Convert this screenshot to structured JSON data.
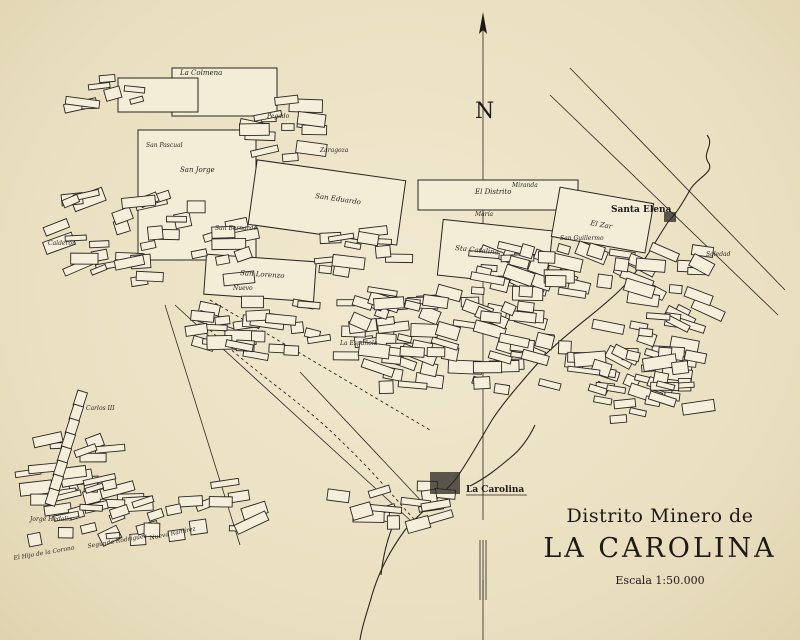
{
  "map": {
    "title_line1": "Distrito Minero de",
    "title_line2": "LA CAROLINA",
    "scale": "Escala 1:50.000",
    "north_label": "N",
    "towns": {
      "la_carolina": "La Carolina",
      "santa_elena": "Santa Elena"
    },
    "concessions": [
      "San Jorge",
      "San Eduardo",
      "El Distrito",
      "San Lorenzo",
      "Sta Catalina",
      "La Colmena",
      "Nuevo",
      "María",
      "Miranda",
      "La Española",
      "Pegado",
      "San Bernardo",
      "Zaragoza",
      "San Guillermo",
      "El Zar",
      "Soledad",
      "Carlos III",
      "Nueva Ramírez",
      "Calderón",
      "Jorge Hedalio",
      "El Hijo de la Corona",
      "Segunda Rodríguez",
      "San Pascual"
    ],
    "colors": {
      "paper": "#ece3c7",
      "ink": "#1d1915",
      "plot_fill": "#f4eedb"
    }
  }
}
